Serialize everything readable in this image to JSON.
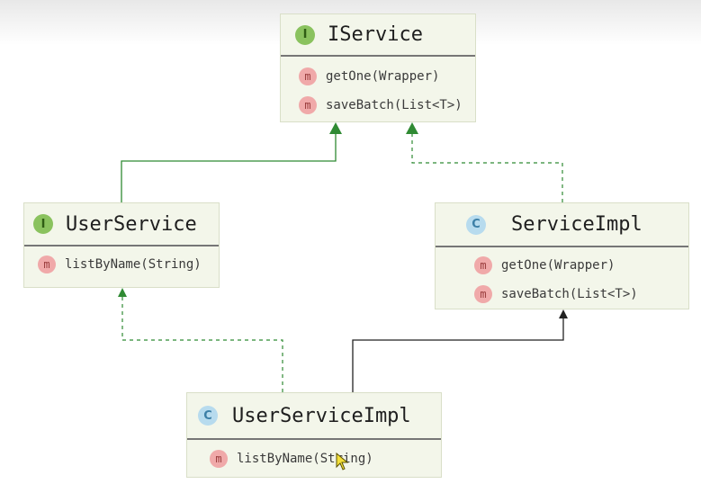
{
  "boxes": {
    "iservice": {
      "badge": "I",
      "name": "IService",
      "methods": [
        {
          "badge": "m",
          "signature": "getOne(Wrapper)"
        },
        {
          "badge": "m",
          "signature": "saveBatch(List<T>)"
        }
      ]
    },
    "userservice": {
      "badge": "I",
      "name": "UserService",
      "methods": [
        {
          "badge": "m",
          "signature": "listByName(String)"
        }
      ]
    },
    "serviceimpl": {
      "badge": "C",
      "name": "ServiceImpl",
      "methods": [
        {
          "badge": "m",
          "signature": "getOne(Wrapper)"
        },
        {
          "badge": "m",
          "signature": "saveBatch(List<T>)"
        }
      ]
    },
    "userserviceimpl": {
      "badge": "C",
      "name": "UserServiceImpl",
      "methods": [
        {
          "badge": "m",
          "signature": "listByName(String)"
        }
      ]
    }
  },
  "relations": [
    {
      "from": "UserService",
      "to": "IService",
      "kind": "extends"
    },
    {
      "from": "ServiceImpl",
      "to": "IService",
      "kind": "implements"
    },
    {
      "from": "UserServiceImpl",
      "to": "UserService",
      "kind": "implements"
    },
    {
      "from": "UserServiceImpl",
      "to": "ServiceImpl",
      "kind": "extends"
    }
  ],
  "colors": {
    "box_fill": "#f3f6ea",
    "interface_edge": "#2f8a33",
    "class_edge": "#222222",
    "interface_badge": "#8ac25e",
    "class_badge": "#b7dbee",
    "method_badge": "#f0a9a9"
  }
}
